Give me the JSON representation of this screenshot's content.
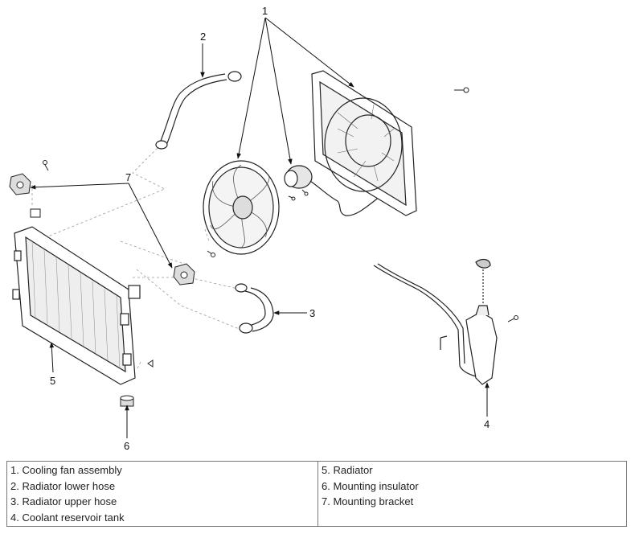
{
  "callouts": {
    "c1": "1",
    "c2": "2",
    "c3": "3",
    "c4": "4",
    "c5": "5",
    "c6": "6",
    "c7": "7"
  },
  "legend": {
    "left": [
      "1. Cooling fan assembly",
      "2. Radiator lower hose",
      "3. Radiator upper hose",
      "4. Coolant reservoir tank"
    ],
    "right": [
      "5. Radiator",
      "6. Mounting insulator",
      "7. Mounting bracket"
    ]
  }
}
